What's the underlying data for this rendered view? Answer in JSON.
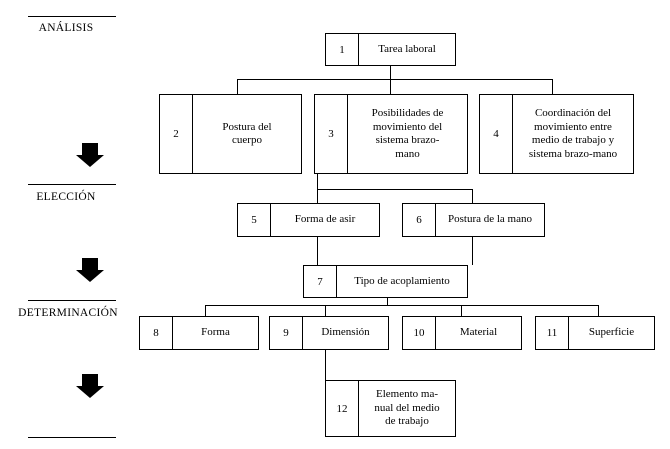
{
  "stages": {
    "analysis": "ANÁLISIS",
    "choice": "ELECCIÓN",
    "determination": "DETERMINACIÓN"
  },
  "nodes": {
    "n1": {
      "num": "1",
      "label": "Tarea laboral"
    },
    "n2": {
      "num": "2",
      "label": "Postura del\ncuerpo"
    },
    "n3": {
      "num": "3",
      "label": "Posibilidades de\nmovimiento del\nsistema brazo-\nmano"
    },
    "n4": {
      "num": "4",
      "label": "Coordinación del\nmovimiento entre\nmedio de trabajo y\nsistema brazo-mano"
    },
    "n5": {
      "num": "5",
      "label": "Forma de asir"
    },
    "n6": {
      "num": "6",
      "label": "Postura de la mano"
    },
    "n7": {
      "num": "7",
      "label": "Tipo de acoplamiento"
    },
    "n8": {
      "num": "8",
      "label": "Forma"
    },
    "n9": {
      "num": "9",
      "label": "Dimensión"
    },
    "n10": {
      "num": "10",
      "label": "Material"
    },
    "n11": {
      "num": "11",
      "label": "Superficie"
    },
    "n12": {
      "num": "12",
      "label": "Elemento ma-\nnual del medio\nde trabajo"
    }
  },
  "colors": {
    "line": "#000000",
    "background": "#ffffff",
    "arrow": "#000000"
  }
}
